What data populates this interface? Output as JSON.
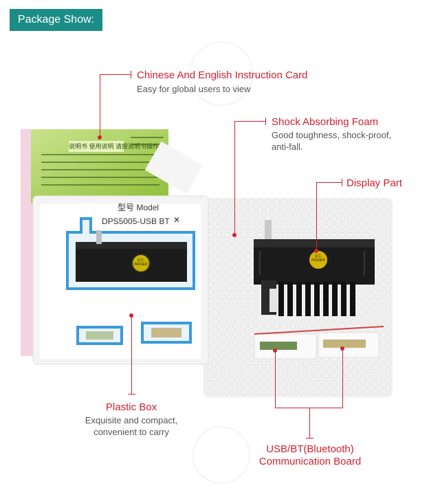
{
  "header": {
    "badge_label": "Package Show:"
  },
  "callouts": {
    "instruction_card": {
      "title": "Chinese And English Instruction Card",
      "desc": "Easy for global users to view"
    },
    "foam": {
      "title": "Shock Absorbing Foam",
      "desc_line1": "Good toughness, shock-proof,",
      "desc_line2": "anti-fall."
    },
    "display": {
      "title": "Display Part"
    },
    "plastic_box": {
      "title": "Plastic Box",
      "desc_line1": "Exquisite and compact,",
      "desc_line2": "convenient to carry"
    },
    "comm_board": {
      "title_line1": "USB/BT(Bluetooth)",
      "title_line2": "Communication Board"
    }
  },
  "product": {
    "label_zh": "型号",
    "label_en": "Model",
    "model_name": "DPS5005-USB BT",
    "qc_line1": "Q.C.",
    "qc_line2": "PASSED",
    "card_text": "说明书 使用说明 请按说明书操作"
  },
  "colors": {
    "accent": "#d0222e",
    "badge": "#1c8c86"
  }
}
